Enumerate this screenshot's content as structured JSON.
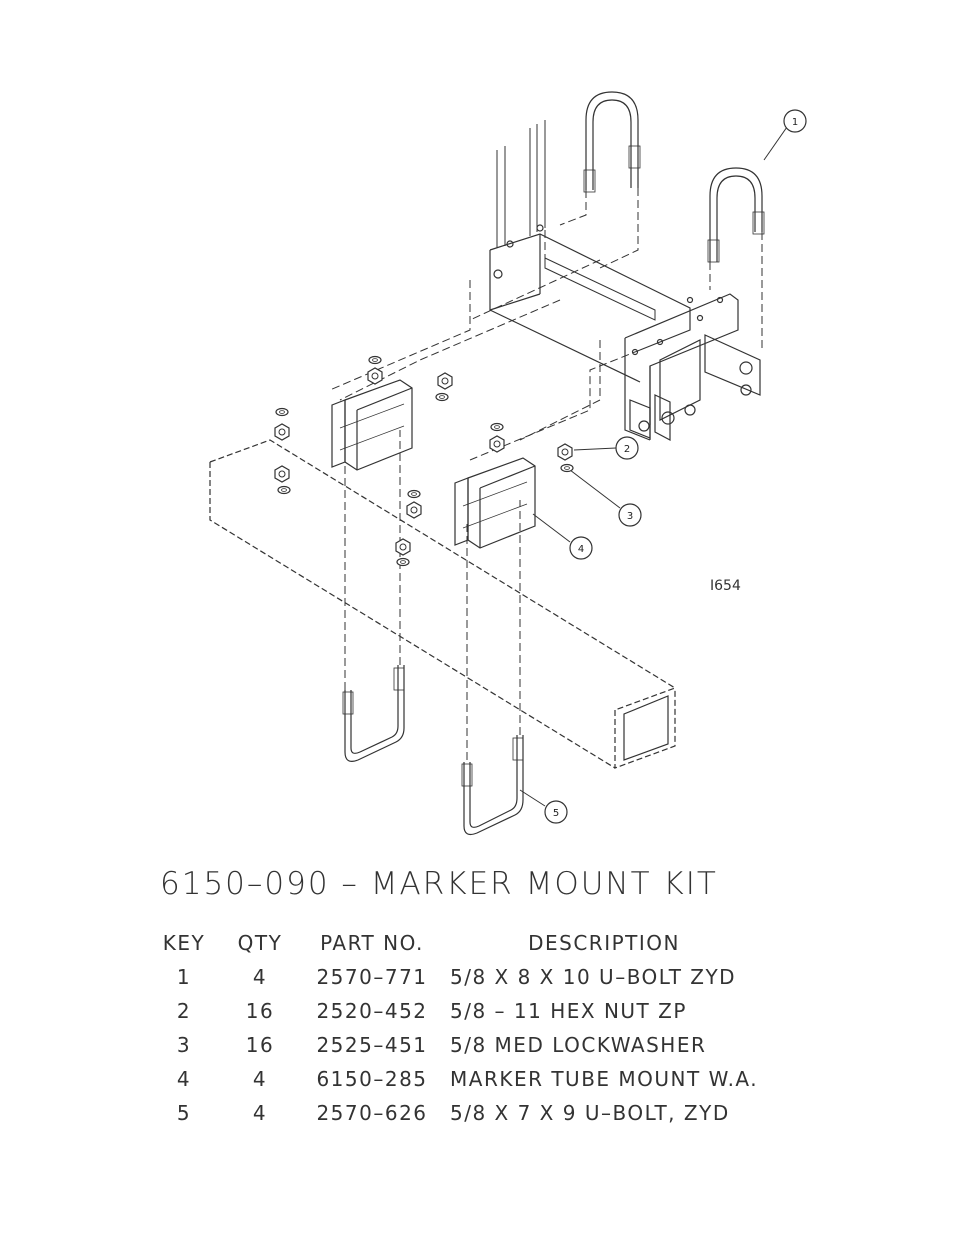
{
  "drawing": {
    "number": "I654",
    "callouts": [
      "1",
      "2",
      "3",
      "4",
      "5"
    ]
  },
  "kit": {
    "title": "6150–090 – MARKER MOUNT KIT"
  },
  "parts_table": {
    "headers": {
      "key": "KEY",
      "qty": "QTY",
      "part": "PART NO.",
      "desc": "DESCRIPTION"
    },
    "rows": [
      {
        "key": "1",
        "qty": "4",
        "part": "2570–771",
        "desc": "5/8 X 8 X 10 U–BOLT ZYD"
      },
      {
        "key": "2",
        "qty": "16",
        "part": "2520–452",
        "desc": "5/8 – 11 HEX NUT ZP"
      },
      {
        "key": "3",
        "qty": "16",
        "part": "2525–451",
        "desc": "5/8 MED LOCKWASHER"
      },
      {
        "key": "4",
        "qty": "4",
        "part": "6150–285",
        "desc": "MARKER TUBE MOUNT W.A."
      },
      {
        "key": "5",
        "qty": "4",
        "part": "2570–626",
        "desc": "5/8 X 7 X 9 U–BOLT, ZYD"
      }
    ]
  }
}
